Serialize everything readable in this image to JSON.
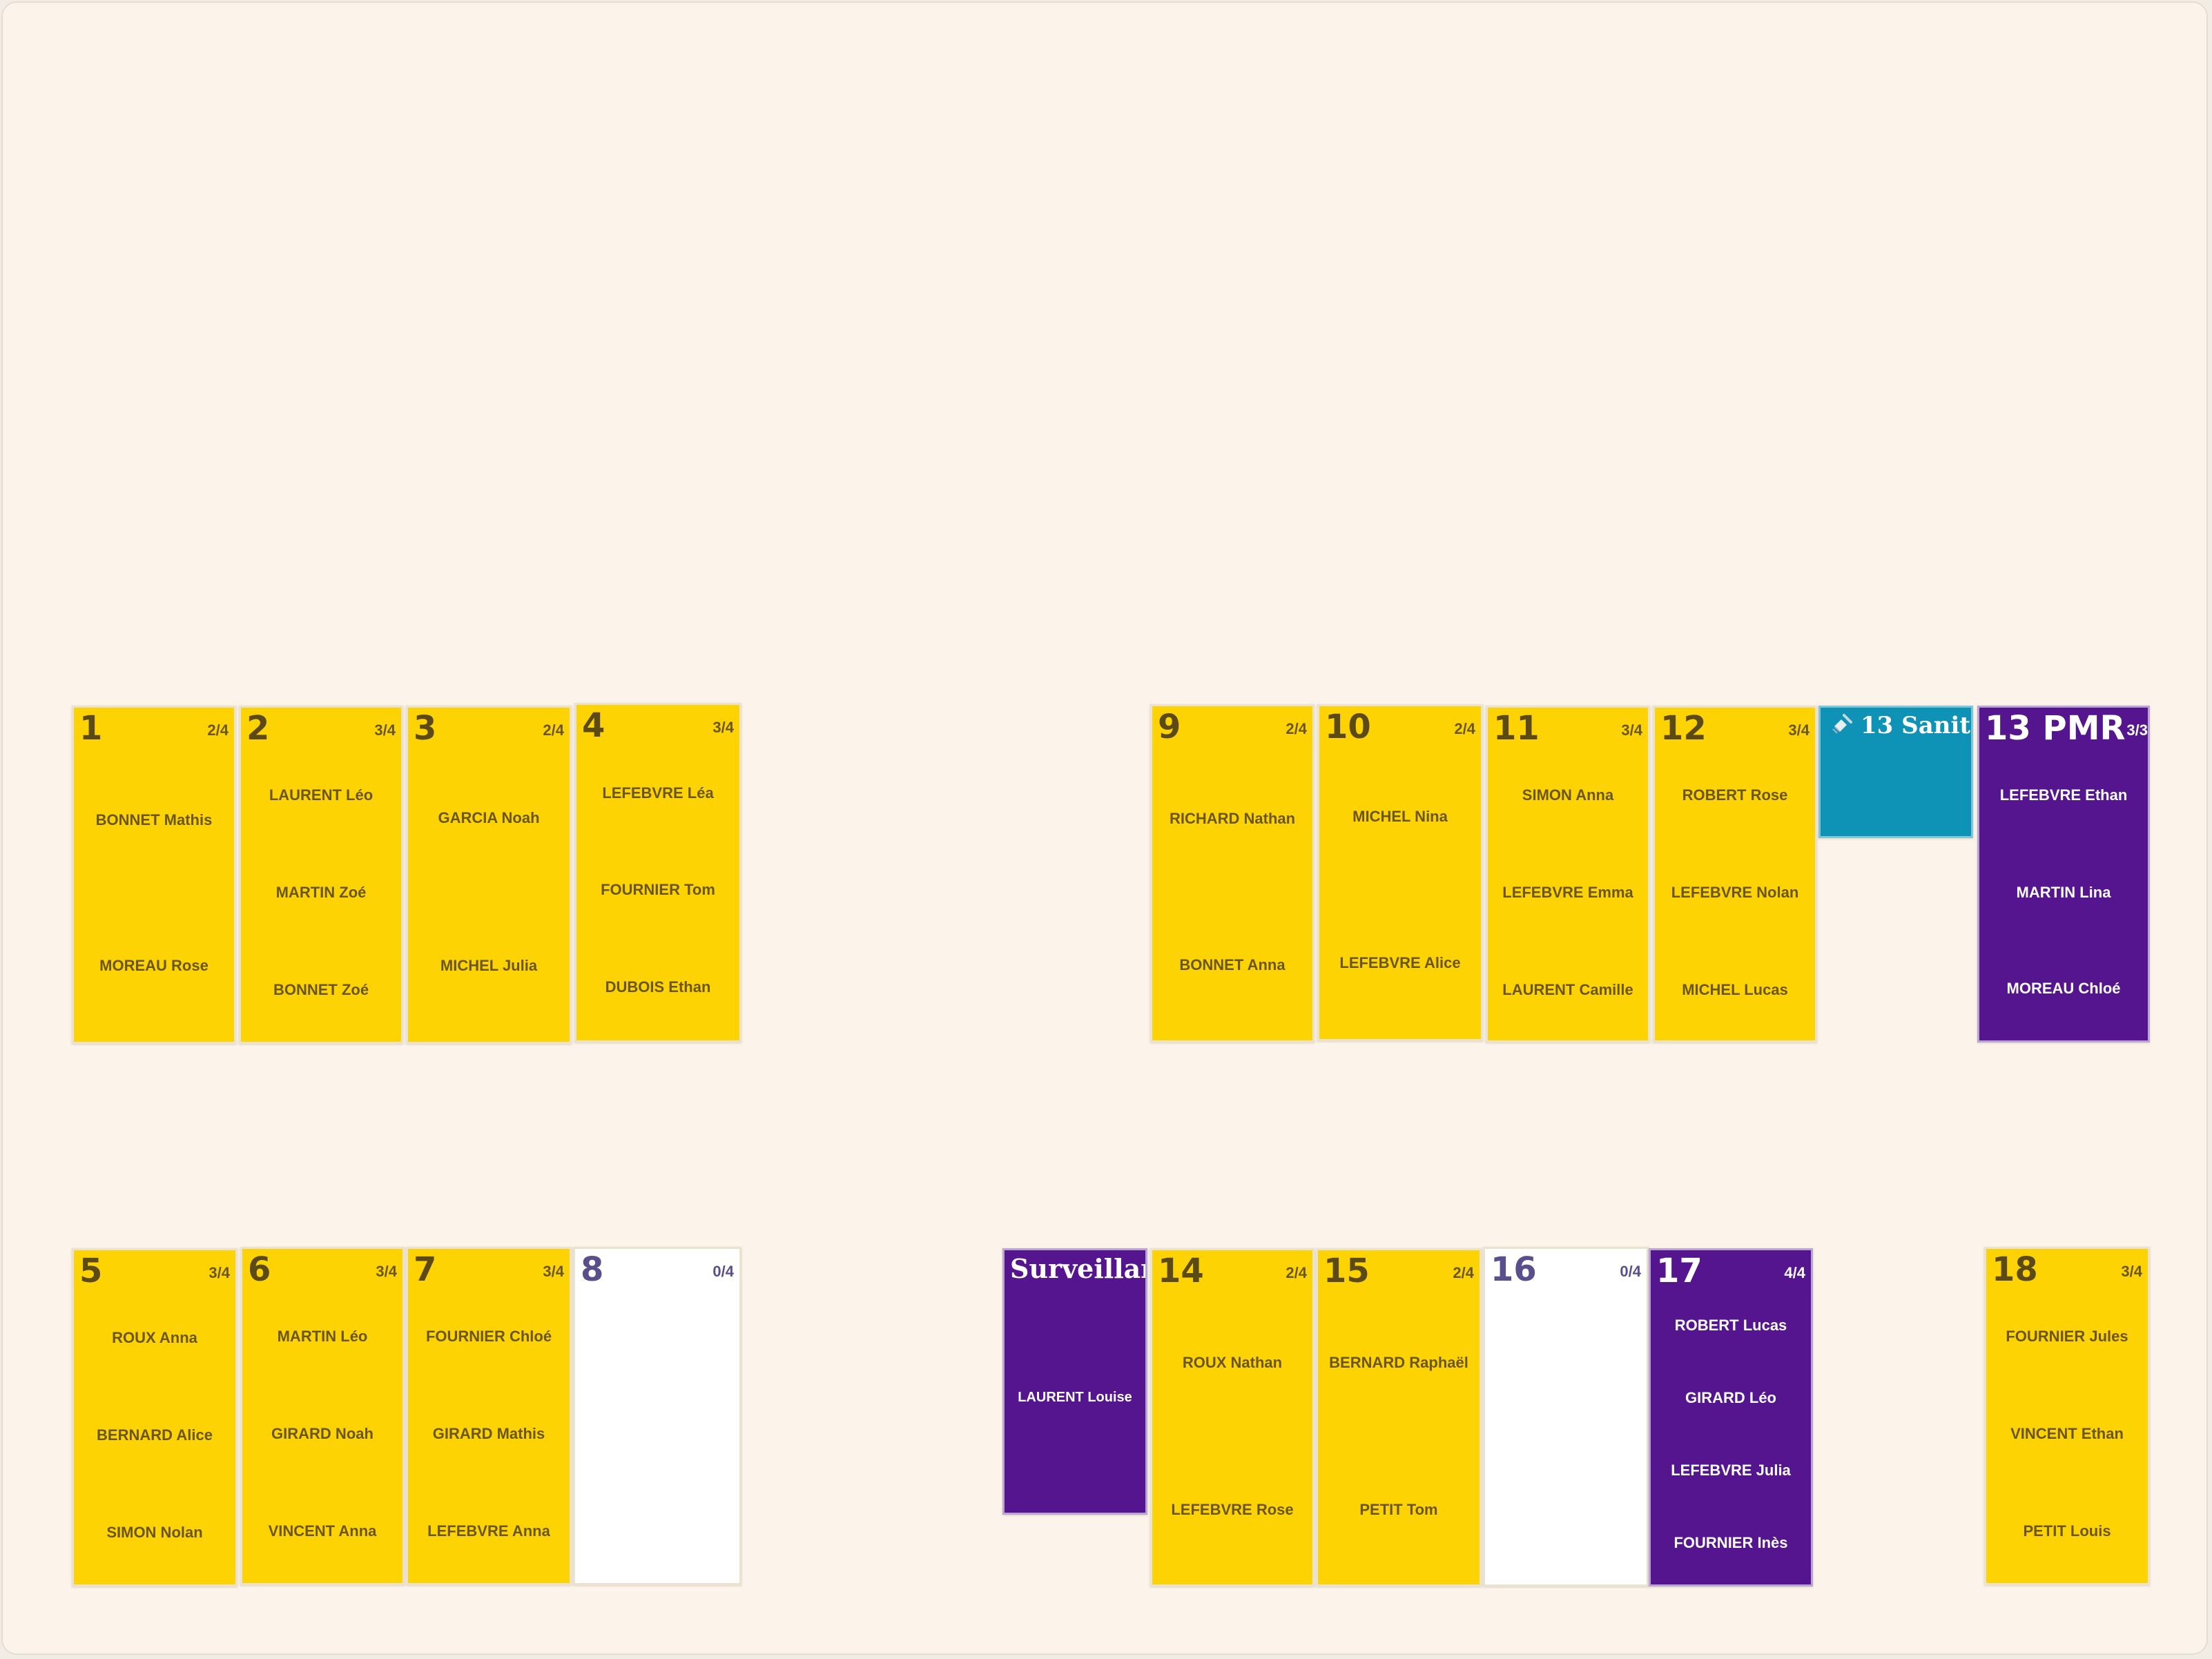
{
  "rooms": {
    "r1": {
      "num": "1",
      "cap": "2/4",
      "occupants": [
        "BONNET Mathis",
        "MOREAU Rose"
      ]
    },
    "r2": {
      "num": "2",
      "cap": "3/4",
      "occupants": [
        "LAURENT Léo",
        "MARTIN Zoé",
        "BONNET Zoé"
      ]
    },
    "r3": {
      "num": "3",
      "cap": "2/4",
      "occupants": [
        "GARCIA Noah",
        "MICHEL Julia"
      ]
    },
    "r4": {
      "num": "4",
      "cap": "3/4",
      "occupants": [
        "LEFEBVRE Léa",
        "FOURNIER Tom",
        "DUBOIS Ethan"
      ]
    },
    "r9": {
      "num": "9",
      "cap": "2/4",
      "occupants": [
        "RICHARD Nathan",
        "BONNET Anna"
      ]
    },
    "r10": {
      "num": "10",
      "cap": "2/4",
      "occupants": [
        "MICHEL Nina",
        "LEFEBVRE Alice"
      ]
    },
    "r11": {
      "num": "11",
      "cap": "3/4",
      "occupants": [
        "SIMON Anna",
        "LEFEBVRE Emma",
        "LAURENT Camille"
      ]
    },
    "r12": {
      "num": "12",
      "cap": "3/4",
      "occupants": [
        "ROBERT Rose",
        "LEFEBVRE Nolan",
        "MICHEL Lucas"
      ]
    },
    "r13s": {
      "title": "13 Sanit",
      "icon": "broom-icon"
    },
    "r13p": {
      "title": "13 PMR",
      "cap": "3/3",
      "occupants": [
        "LEFEBVRE Ethan",
        "MARTIN Lina",
        "MOREAU Chloé"
      ]
    },
    "r5": {
      "num": "5",
      "cap": "3/4",
      "occupants": [
        "ROUX Anna",
        "BERNARD Alice",
        "SIMON Nolan"
      ]
    },
    "r6": {
      "num": "6",
      "cap": "3/4",
      "occupants": [
        "MARTIN Léo",
        "GIRARD Noah",
        "VINCENT Anna"
      ]
    },
    "r7": {
      "num": "7",
      "cap": "3/4",
      "occupants": [
        "FOURNIER Chloé",
        "GIRARD Mathis",
        "LEFEBVRE Anna"
      ]
    },
    "r8": {
      "num": "8",
      "cap": "0/4",
      "occupants": []
    },
    "rsurv": {
      "title": "Surveillar",
      "occupants": [
        "LAURENT Louise"
      ]
    },
    "r14": {
      "num": "14",
      "cap": "2/4",
      "occupants": [
        "ROUX Nathan",
        "LEFEBVRE Rose"
      ]
    },
    "r15": {
      "num": "15",
      "cap": "2/4",
      "occupants": [
        "BERNARD Raphaël",
        "PETIT Tom"
      ]
    },
    "r16": {
      "num": "16",
      "cap": "0/4",
      "occupants": []
    },
    "r17": {
      "num": "17",
      "cap": "4/4",
      "occupants": [
        "ROBERT Lucas",
        "GIRARD Léo",
        "LEFEBVRE Julia",
        "FOURNIER Inès"
      ]
    },
    "r18": {
      "num": "18",
      "cap": "3/4",
      "occupants": [
        "FOURNIER Jules",
        "VINCENT Ethan",
        "PETIT Louis"
      ]
    }
  },
  "colors": {
    "occupied": "#fed304",
    "reserved": "#55158e",
    "empty": "#ffffff",
    "sanitary": "#0e93b6",
    "background": "#fcf4ea"
  }
}
